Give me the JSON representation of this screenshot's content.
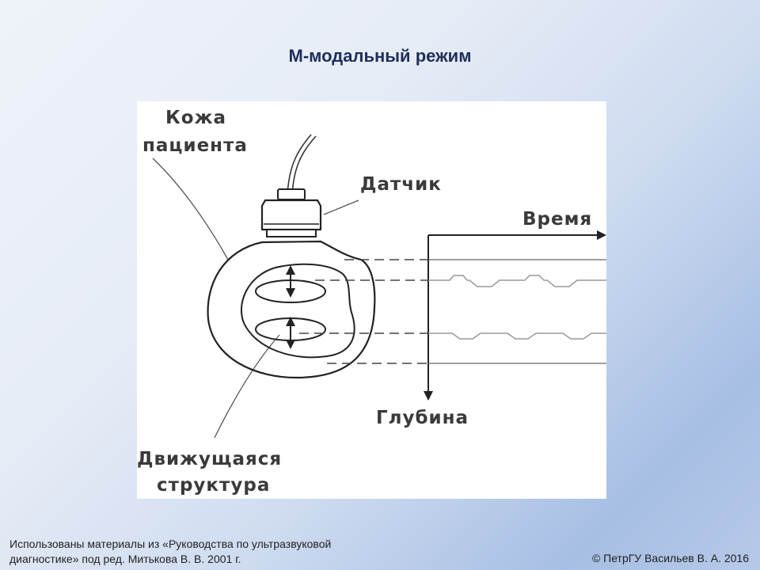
{
  "slide": {
    "title": "М-модальный режим"
  },
  "diagram": {
    "labels": {
      "skin_line1": "Кожа",
      "skin_line2": "пациента",
      "transducer": "Датчик",
      "time_axis": "Время",
      "depth_axis": "Глубина",
      "moving_line1": "Движущаяся",
      "moving_line2": "структура"
    }
  },
  "footer": {
    "source_line1": "Использованы материалы из «Руководства по ультразвуковой",
    "source_line2": "диагностике» под ред. Митькова В. В. 2001 г.",
    "copyright": "© ПетрГУ Васильев В. А. 2016"
  }
}
